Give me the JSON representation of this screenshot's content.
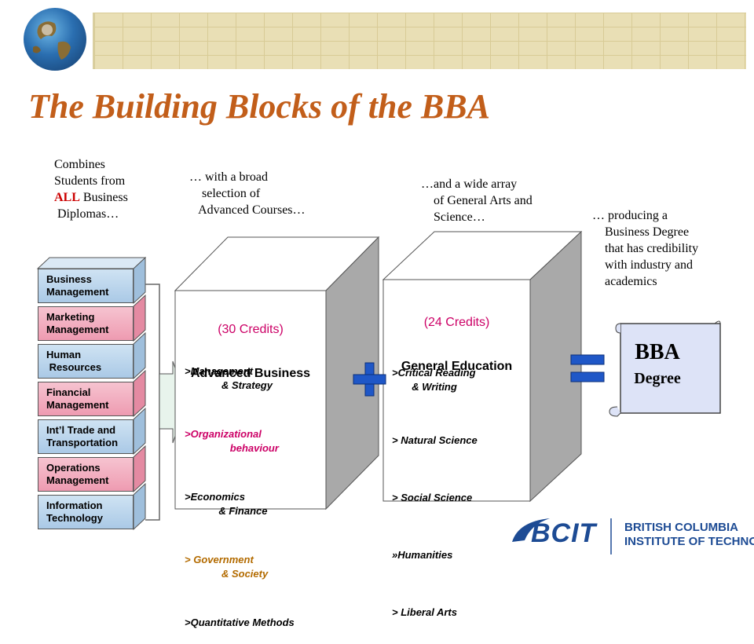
{
  "title": "The Building Blocks of the BBA",
  "notes": {
    "combines_line1": "Combines",
    "combines_line2": "Students from",
    "combines_all": "ALL",
    "combines_business": " Business",
    "combines_line4": " Diplomas…",
    "broad": "… with a broad\n    selection of\n   Advanced Courses…",
    "array": "…and a wide array\n    of General Arts and\n    Science…",
    "producing": "… producing a\n    Business Degree\n    that has credibility\n    with industry and\n    academics"
  },
  "diplomas": [
    {
      "label": "Business\nManagement",
      "color": "blue"
    },
    {
      "label": "Marketing\nManagement",
      "color": "pink"
    },
    {
      "label": "Human\n Resources",
      "color": "blue"
    },
    {
      "label": "Financial\nManagement",
      "color": "pink"
    },
    {
      "label": "Int’l Trade and\nTransportation",
      "color": "blue"
    },
    {
      "label": "Operations\nManagement",
      "color": "pink"
    },
    {
      "label": "Information\nTechnology",
      "color": "blue"
    }
  ],
  "advanced": {
    "credits": "(30 Credits)",
    "heading": "Advanced Business",
    "items": [
      {
        "text": ">Management\n             & Strategy",
        "color": "#000000"
      },
      {
        "text": ">Organizational\n                behaviour",
        "color": "#cc0066"
      },
      {
        "text": ">Economics\n            & Finance",
        "color": "#000000"
      },
      {
        "text": "> Government\n             & Society",
        "color": "#b36b00"
      },
      {
        "text": ">Quantitative Methods",
        "color": "#000000"
      }
    ]
  },
  "general": {
    "credits": "(24 Credits)",
    "heading": "General Education",
    "items": [
      ">Critical Reading\n       & Writing",
      "> Natural Science",
      "> Social Science",
      "»Humanities",
      "> Liberal Arts"
    ]
  },
  "degree": {
    "title": "BBA",
    "subtitle": "Degree"
  },
  "logo": {
    "mark": "BCIT",
    "name": "BRITISH COLUMBIA\nINSTITUTE OF TECHNOLOGY"
  },
  "colors": {
    "title": "#c25e1a",
    "plus_equals": "#1f57c7",
    "logo": "#1d4b94"
  }
}
